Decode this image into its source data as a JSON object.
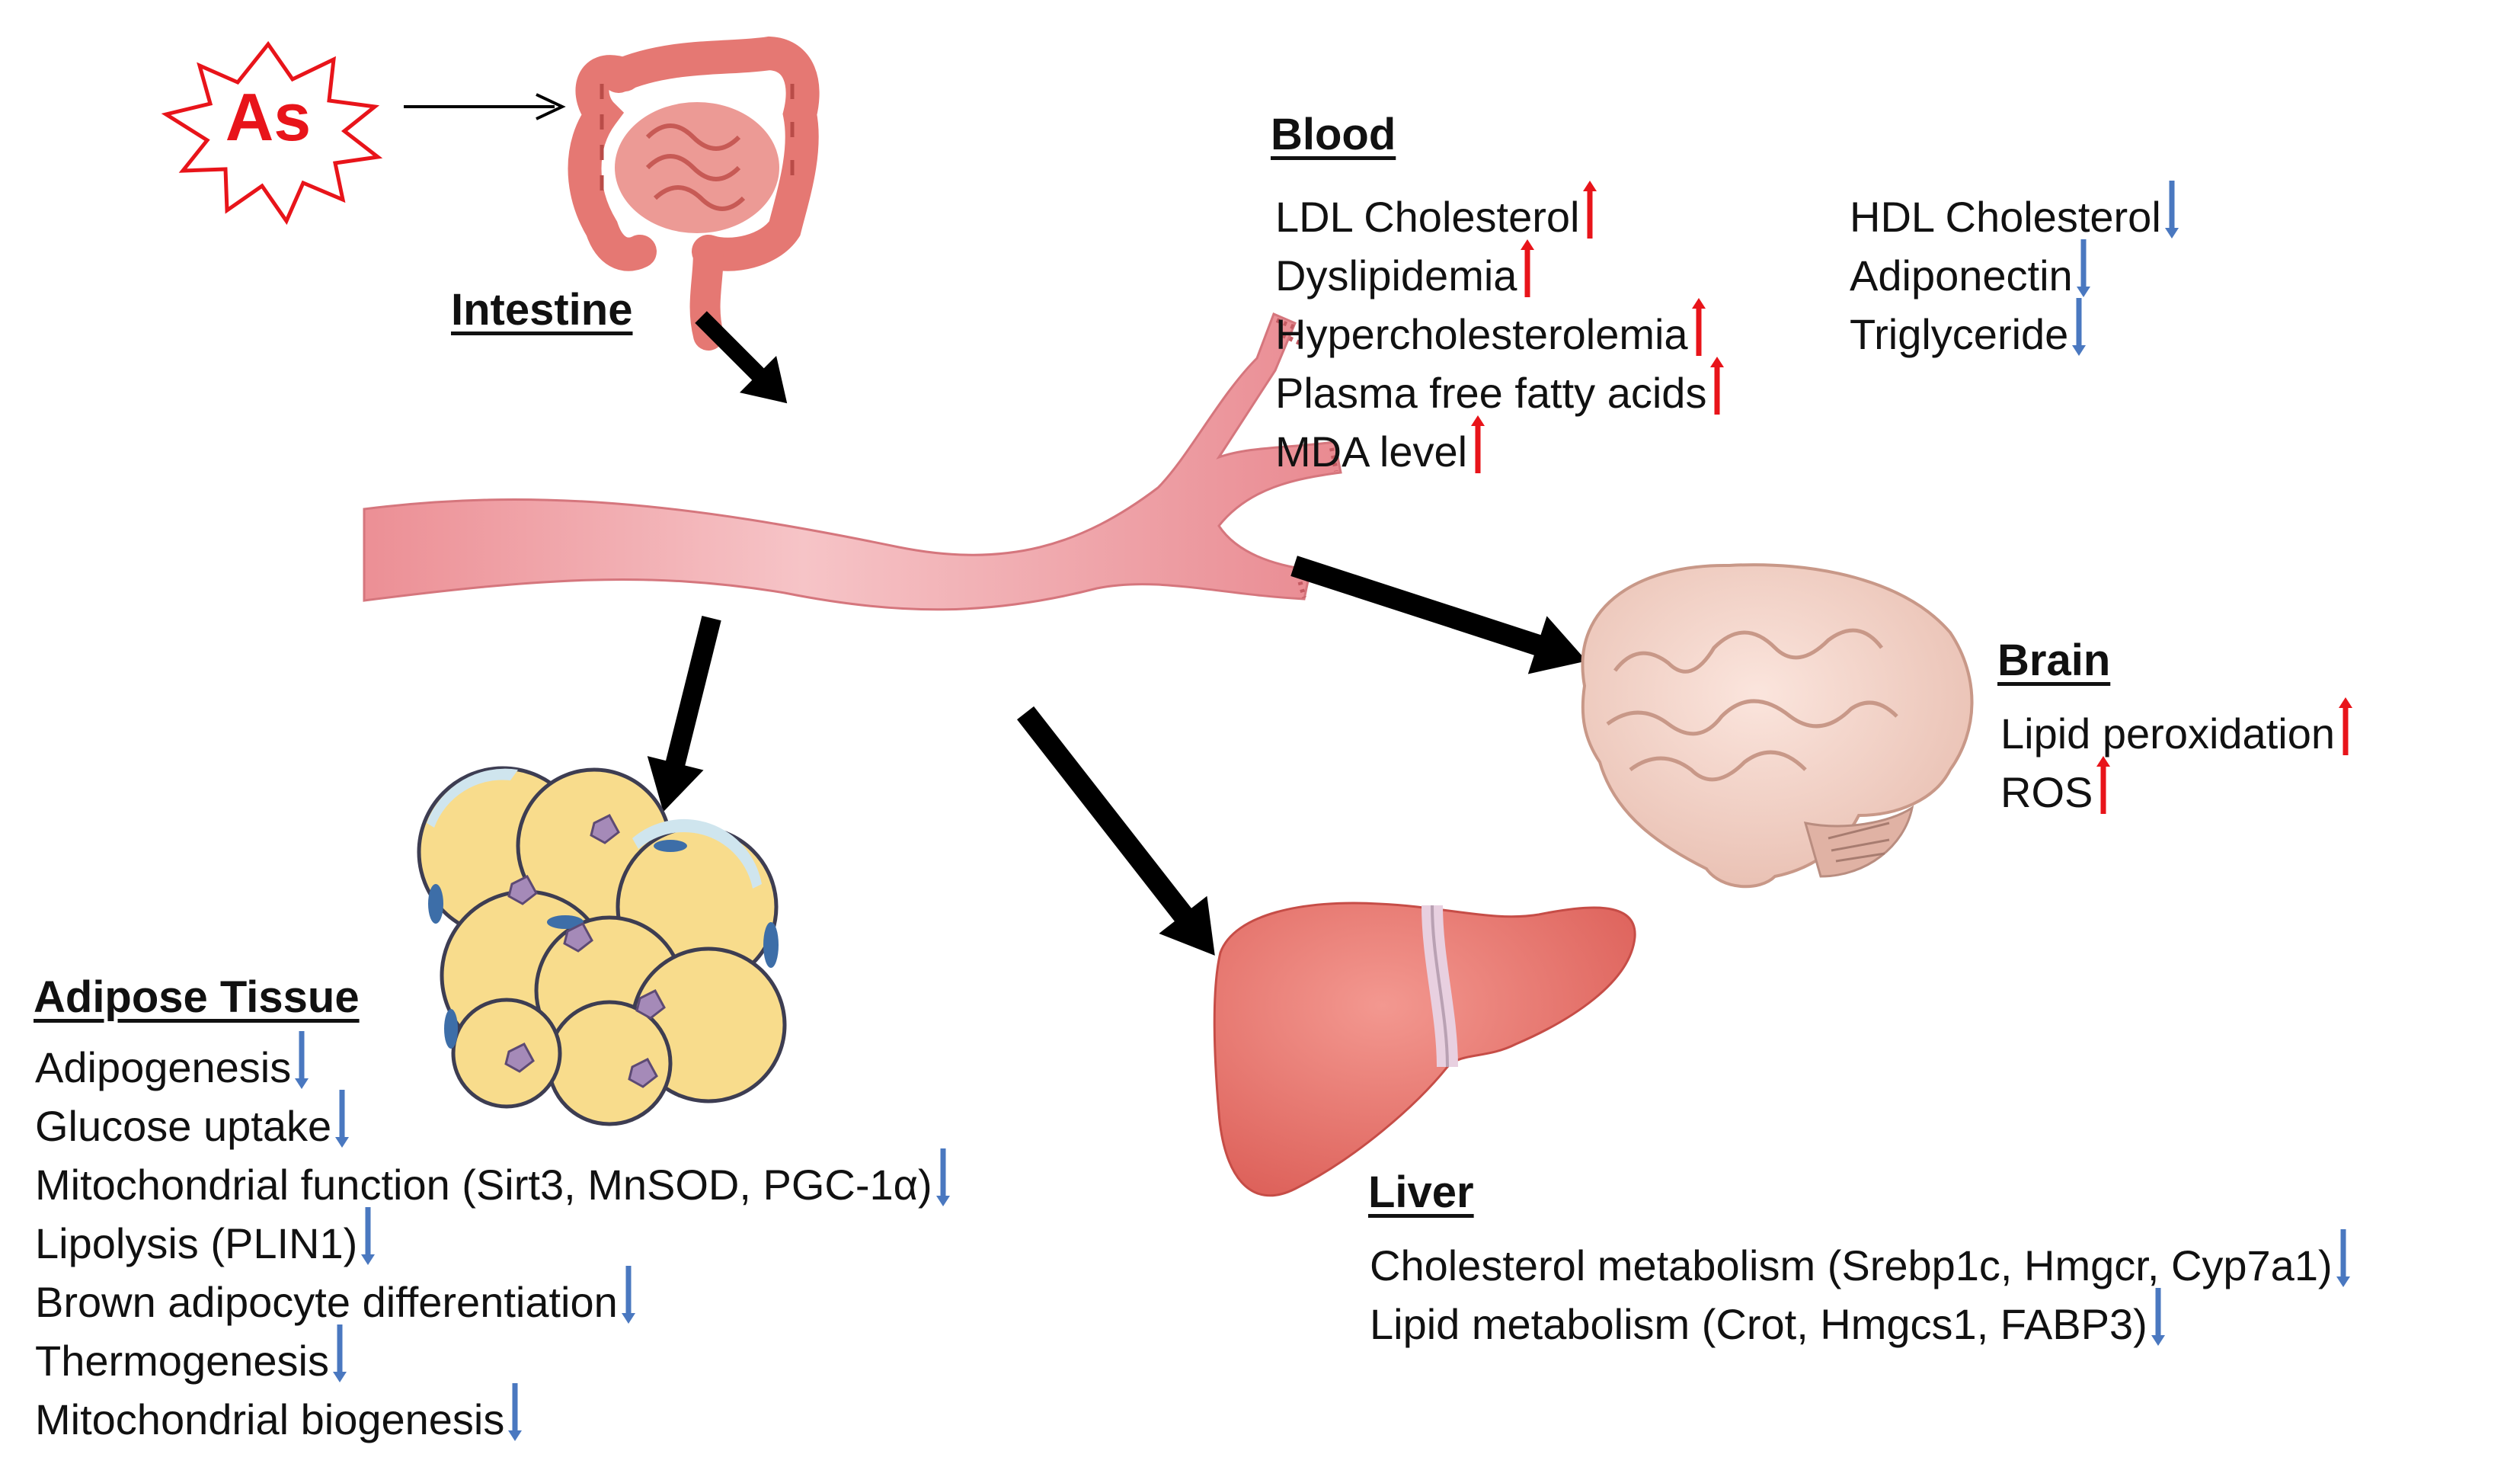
{
  "colors": {
    "up": "#e8141a",
    "down": "#4a78c0",
    "vessel": "#eea0a4",
    "organ": "#e9736c",
    "star": "#e8141a",
    "heavy_arrow": "#000000"
  },
  "icons": [
    "starburst-icon",
    "intestine-icon",
    "blood-vessel-icon",
    "brain-icon",
    "liver-icon",
    "adipocyte-cluster-icon"
  ],
  "toxin": {
    "label": "As"
  },
  "intestine": {
    "title": "Intestine"
  },
  "blood": {
    "title": "Blood",
    "increased": [
      {
        "label": "LDL Cholesterol",
        "direction": "up"
      },
      {
        "label": "Dyslipidemia",
        "direction": "up"
      },
      {
        "label": "Hypercholesterolemia",
        "direction": "up"
      },
      {
        "label": "Plasma free fatty acids",
        "direction": "up"
      },
      {
        "label": "MDA level",
        "direction": "up"
      }
    ],
    "decreased": [
      {
        "label": "HDL Cholesterol",
        "direction": "down"
      },
      {
        "label": "Adiponectin",
        "direction": "down"
      },
      {
        "label": "Triglyceride",
        "direction": "down"
      }
    ]
  },
  "brain": {
    "title": "Brain",
    "items": [
      {
        "label": "Lipid peroxidation",
        "direction": "up"
      },
      {
        "label": "ROS",
        "direction": "up"
      }
    ]
  },
  "adipose": {
    "title": "Adipose Tissue",
    "items": [
      {
        "label": "Adipogenesis",
        "direction": "down"
      },
      {
        "label": "Glucose uptake",
        "direction": "down"
      },
      {
        "label": "Mitochondrial function (Sirt3, MnSOD, PGC-1α)",
        "direction": "down"
      },
      {
        "label": "Lipolysis (PLIN1)",
        "direction": "down"
      },
      {
        "label": "Brown adipocyte differentiation",
        "direction": "down"
      },
      {
        "label": "Thermogenesis",
        "direction": "down"
      },
      {
        "label": "Mitochondrial biogenesis",
        "direction": "down"
      }
    ]
  },
  "liver": {
    "title": "Liver",
    "items": [
      {
        "label": "Cholesterol metabolism (Srebp1c, Hmgcr, Cyp7a1)",
        "direction": "down"
      },
      {
        "label": "Lipid metabolism (Crot, Hmgcs1, FABP3)",
        "direction": "down"
      }
    ]
  }
}
